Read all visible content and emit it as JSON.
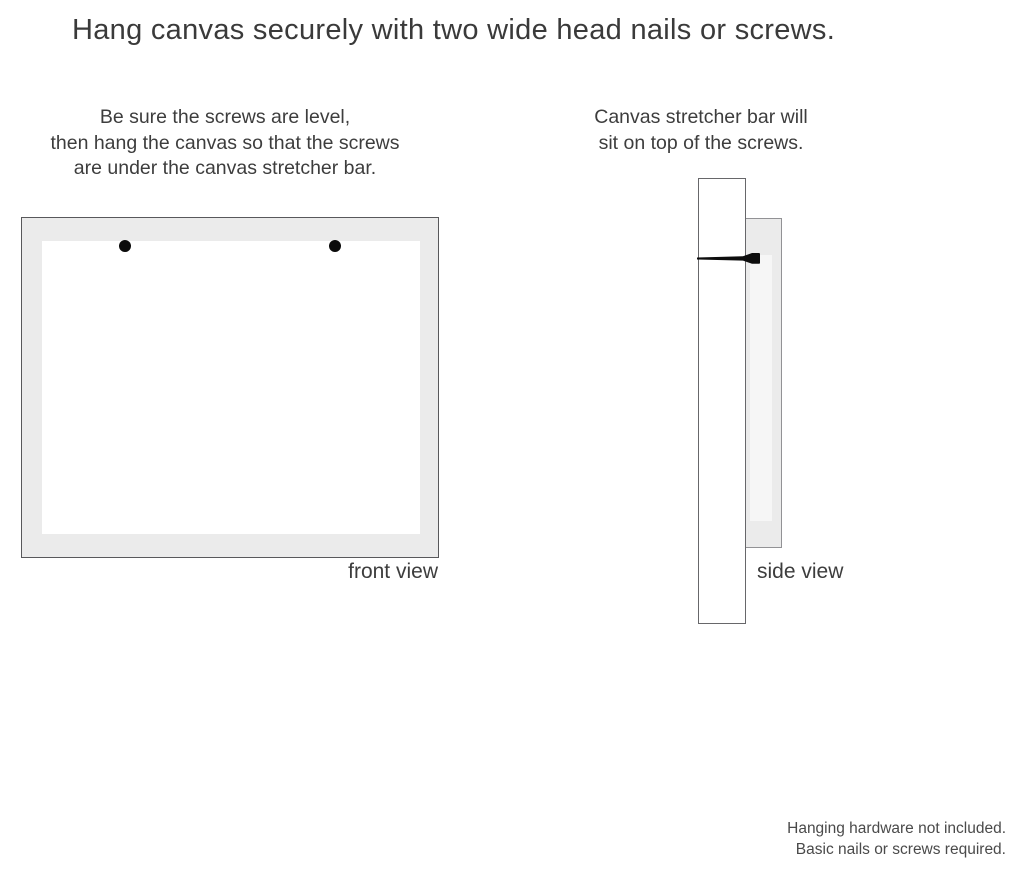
{
  "title": "Hang canvas securely with two wide head nails or screws.",
  "front_view": {
    "instruction_lines": [
      "Be sure the screws are level,",
      "then hang the canvas so that the screws",
      "are under the canvas stretcher bar."
    ],
    "label": "front view",
    "nail_count": 2
  },
  "side_view": {
    "instruction_lines": [
      "Canvas stretcher bar will",
      "sit on top of the screws."
    ],
    "label": "side view"
  },
  "footer": {
    "lines": [
      "Hanging hardware not included.",
      "Basic nails or screws required."
    ]
  },
  "colors": {
    "canvas_gray": "#ebebeb",
    "text": "#3d3d3d",
    "nail_black": "#0b0b0b"
  }
}
